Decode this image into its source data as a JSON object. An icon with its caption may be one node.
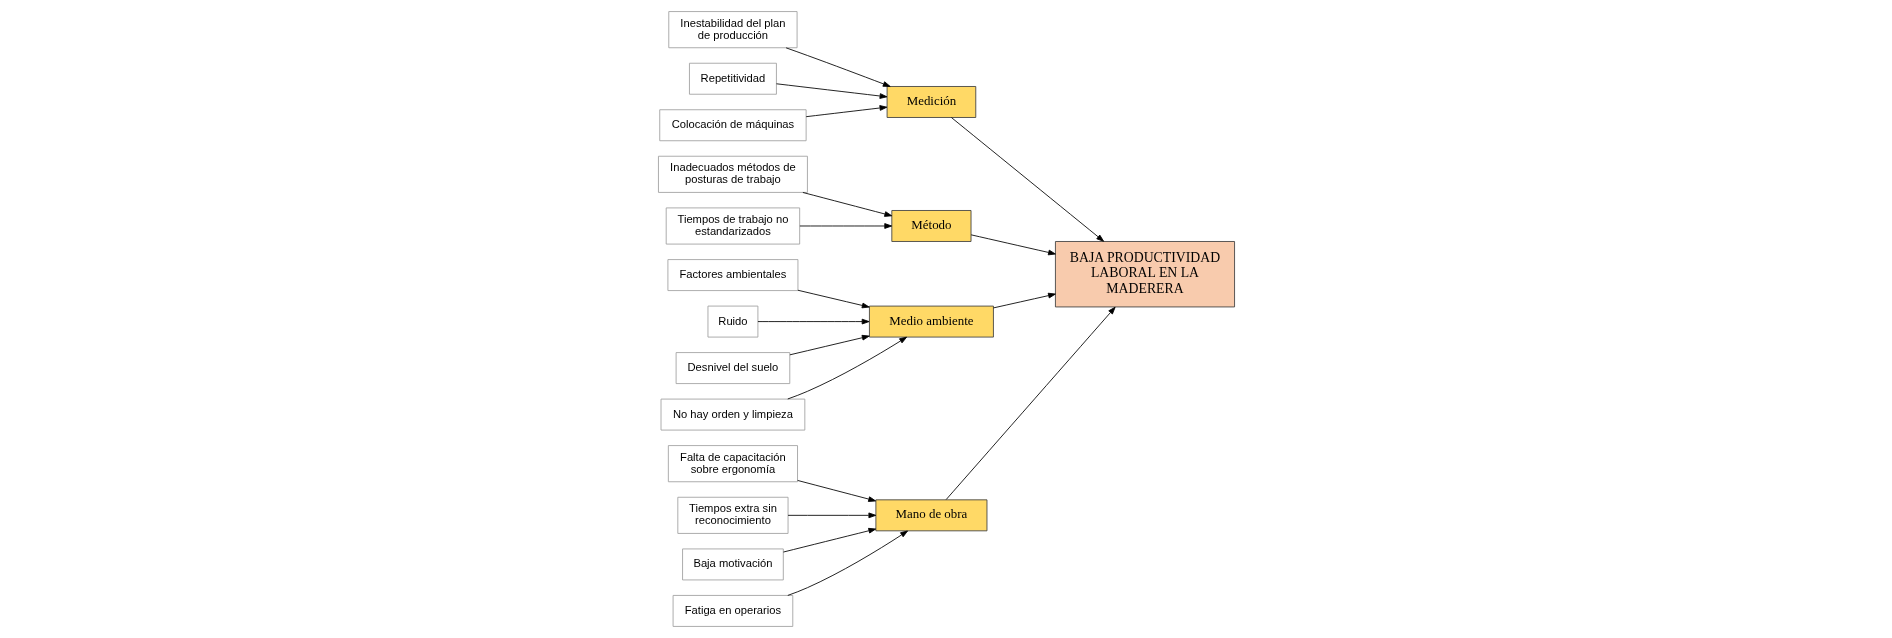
{
  "diagram": {
    "nodes": [
      {
        "text": [
          "Mano de obra"
        ]
      },
      {
        "text": [
          "Medición"
        ]
      },
      {
        "text": [
          "Falta de capacitación sobre ergonomía"
        ]
      },
      {
        "text": [
          "Inestabilidad del plan de producción"
        ]
      },
      {
        "text": [
          "Tiempos extra sin reconocimiento"
        ]
      },
      {
        "text": [
          "Repetitividad"
        ]
      },
      {
        "text": [
          "Baja motivación"
        ]
      },
      {
        "text": [
          "Colocación de máquinas"
        ]
      },
      {
        "text": [
          "Fatiga en operarios"
        ]
      },
      {
        "text": [
          "BAJA PRODUCTIVIDAD LABORAL EN LA MADERERA"
        ]
      },
      {
        "text": [
          "Inadecuados métodos de posturas de trabajo"
        ]
      },
      {
        "text": [
          "Factores ambientales"
        ]
      },
      {
        "text": [
          "Ruido"
        ]
      },
      {
        "text": [
          "Tiempos de trabajo no estandarizados"
        ]
      },
      {
        "text": [
          "Desnivel del suelo"
        ]
      },
      {
        "text": [
          "No hay orden y limpieza"
        ]
      },
      {
        "text": [
          "Método"
        ]
      },
      {
        "text": [
          "Medio ambiente"
        ]
      }
    ],
    "edges": [
      {
        "from": 2,
        "to": 0,
        "arrow": "to"
      },
      {
        "from": 4,
        "to": 0,
        "arrow": "to"
      },
      {
        "from": 6,
        "to": 0,
        "arrow": "to"
      },
      {
        "from": 8,
        "to": 0,
        "arrow": "to"
      },
      {
        "from": 3,
        "to": 1,
        "arrow": "to"
      },
      {
        "from": 5,
        "to": 1,
        "arrow": "to"
      },
      {
        "from": 7,
        "to": 1,
        "arrow": "to"
      },
      {
        "from": 10,
        "to": 16,
        "arrow": "to"
      },
      {
        "from": 13,
        "to": 16,
        "arrow": "to"
      },
      {
        "from": 11,
        "to": 17,
        "arrow": "to"
      },
      {
        "from": 12,
        "to": 17,
        "arrow": "to"
      },
      {
        "from": 14,
        "to": 17,
        "arrow": "to"
      },
      {
        "from": 15,
        "to": 17,
        "arrow": "to"
      },
      {
        "from": 0,
        "to": 9,
        "arrow": "to"
      },
      {
        "from": 16,
        "to": 9,
        "arrow": "to"
      },
      {
        "from": 1,
        "to": 9,
        "arrow": "to"
      },
      {
        "from": 17,
        "to": 9,
        "arrow": "to"
      }
    ]
  }
}
